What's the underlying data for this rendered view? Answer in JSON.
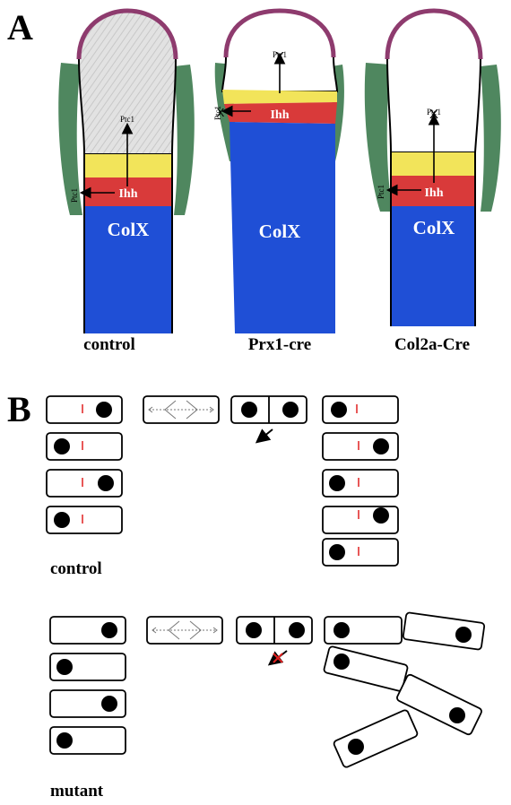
{
  "panel_a": {
    "letter": "A",
    "columns": [
      {
        "label": "control",
        "zone": "ColX",
        "signal": "Ihh",
        "up_arrow": "Ptc1",
        "side_arrow": "Ptc1"
      },
      {
        "label": "Prx1-cre",
        "zone": "ColX",
        "signal": "Ihh",
        "up_arrow": "Ptc1",
        "side_arrow": "Ptc1"
      },
      {
        "label": "Col2a-Cre",
        "zone": "ColX",
        "signal": "Ihh",
        "up_arrow": "Ptc1",
        "side_arrow": "Ptc1"
      }
    ]
  },
  "panel_b": {
    "letter": "B",
    "rows": [
      {
        "label": "control"
      },
      {
        "label": "mutant"
      }
    ]
  },
  "colors": {
    "perichondrium": "#3c7a4e",
    "cap": "#8e3b6e",
    "cartilage": "#d8d8d8",
    "yellow_zone": "#f2e45a",
    "ihh_zone": "#d93a3a",
    "colx_zone": "#1f4fd6",
    "cell_marker": "#e02020",
    "blocked_cross": "#e02020"
  }
}
